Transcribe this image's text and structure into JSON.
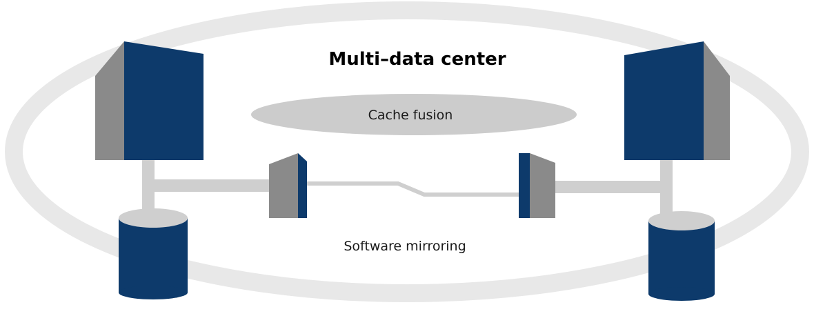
{
  "diagram": {
    "title": "Multi–data center",
    "cache_label": "Cache fusion",
    "mirror_label": "Software mirroring"
  },
  "colors": {
    "node_front": "#0d3a6b",
    "node_side": "#8a8a8a",
    "ring": "#e8e8e8",
    "link": "#cfcfcf",
    "cache_ellipse": "#cccccc"
  },
  "icons": [
    "server-cube",
    "network-switch",
    "database-cylinder"
  ]
}
